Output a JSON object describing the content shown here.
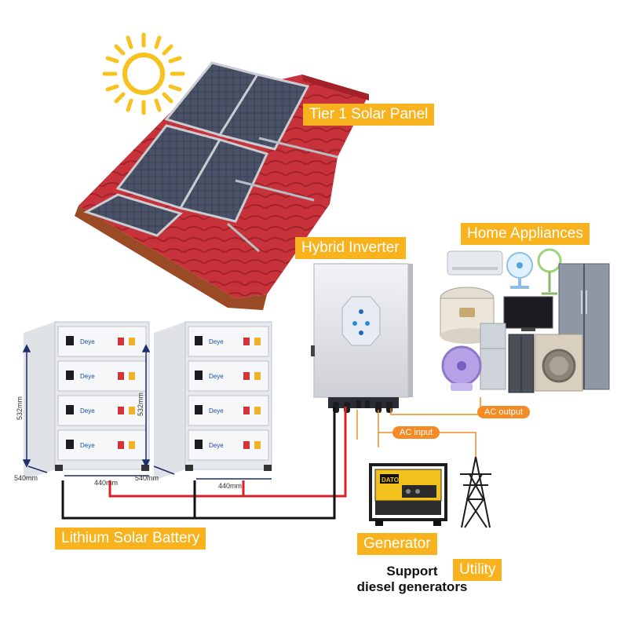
{
  "labels": {
    "solar_panel": "Tier 1 Solar Panel",
    "hybrid_inverter": "Hybrid Inverter",
    "home_appliances": "Home Appliances",
    "lithium_battery": "Lithium Solar Battery",
    "generator": "Generator",
    "utility": "Utility"
  },
  "flow_tags": {
    "ac_output": "AC output",
    "ac_input": "AC input"
  },
  "caption": {
    "line1": "Support",
    "line2": "diesel generators"
  },
  "dimensions": {
    "height": "532mm",
    "depth": "540mm",
    "width": "440mm"
  },
  "brand_marks": {
    "battery_logo": "Deye",
    "generator_logo": "DATO"
  },
  "colors": {
    "label_bg": "#f7b21e",
    "pill_bg": "#f48b24",
    "wire_red": "#d9202a",
    "wire_black": "#111111",
    "roof_red": "#c8323a",
    "panel_dark": "#3c4356"
  }
}
